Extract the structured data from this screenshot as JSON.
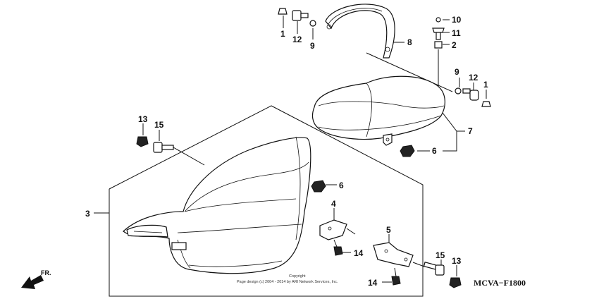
{
  "diagram_code": "MCVA−F1800",
  "direction_label": "FR.",
  "copyright": {
    "line1": "Copyright",
    "line2": "Page design (c) 2004 - 2014 by ARI Network Services, Inc."
  },
  "callouts": [
    {
      "id": "c1a",
      "text": "1"
    },
    {
      "id": "c12a",
      "text": "12"
    },
    {
      "id": "c9a",
      "text": "9"
    },
    {
      "id": "c8",
      "text": "8"
    },
    {
      "id": "c10",
      "text": "10"
    },
    {
      "id": "c11",
      "text": "11"
    },
    {
      "id": "c2",
      "text": "2"
    },
    {
      "id": "c9b",
      "text": "9"
    },
    {
      "id": "c12b",
      "text": "12"
    },
    {
      "id": "c1b",
      "text": "1"
    },
    {
      "id": "c7",
      "text": "7"
    },
    {
      "id": "c6a",
      "text": "6"
    },
    {
      "id": "c13a",
      "text": "13"
    },
    {
      "id": "c15a",
      "text": "15"
    },
    {
      "id": "c6b",
      "text": "6"
    },
    {
      "id": "c4",
      "text": "4"
    },
    {
      "id": "c3",
      "text": "3"
    },
    {
      "id": "c5",
      "text": "5"
    },
    {
      "id": "c14a",
      "text": "14"
    },
    {
      "id": "c15b",
      "text": "15"
    },
    {
      "id": "c13b",
      "text": "13"
    },
    {
      "id": "c14b",
      "text": "14"
    }
  ]
}
